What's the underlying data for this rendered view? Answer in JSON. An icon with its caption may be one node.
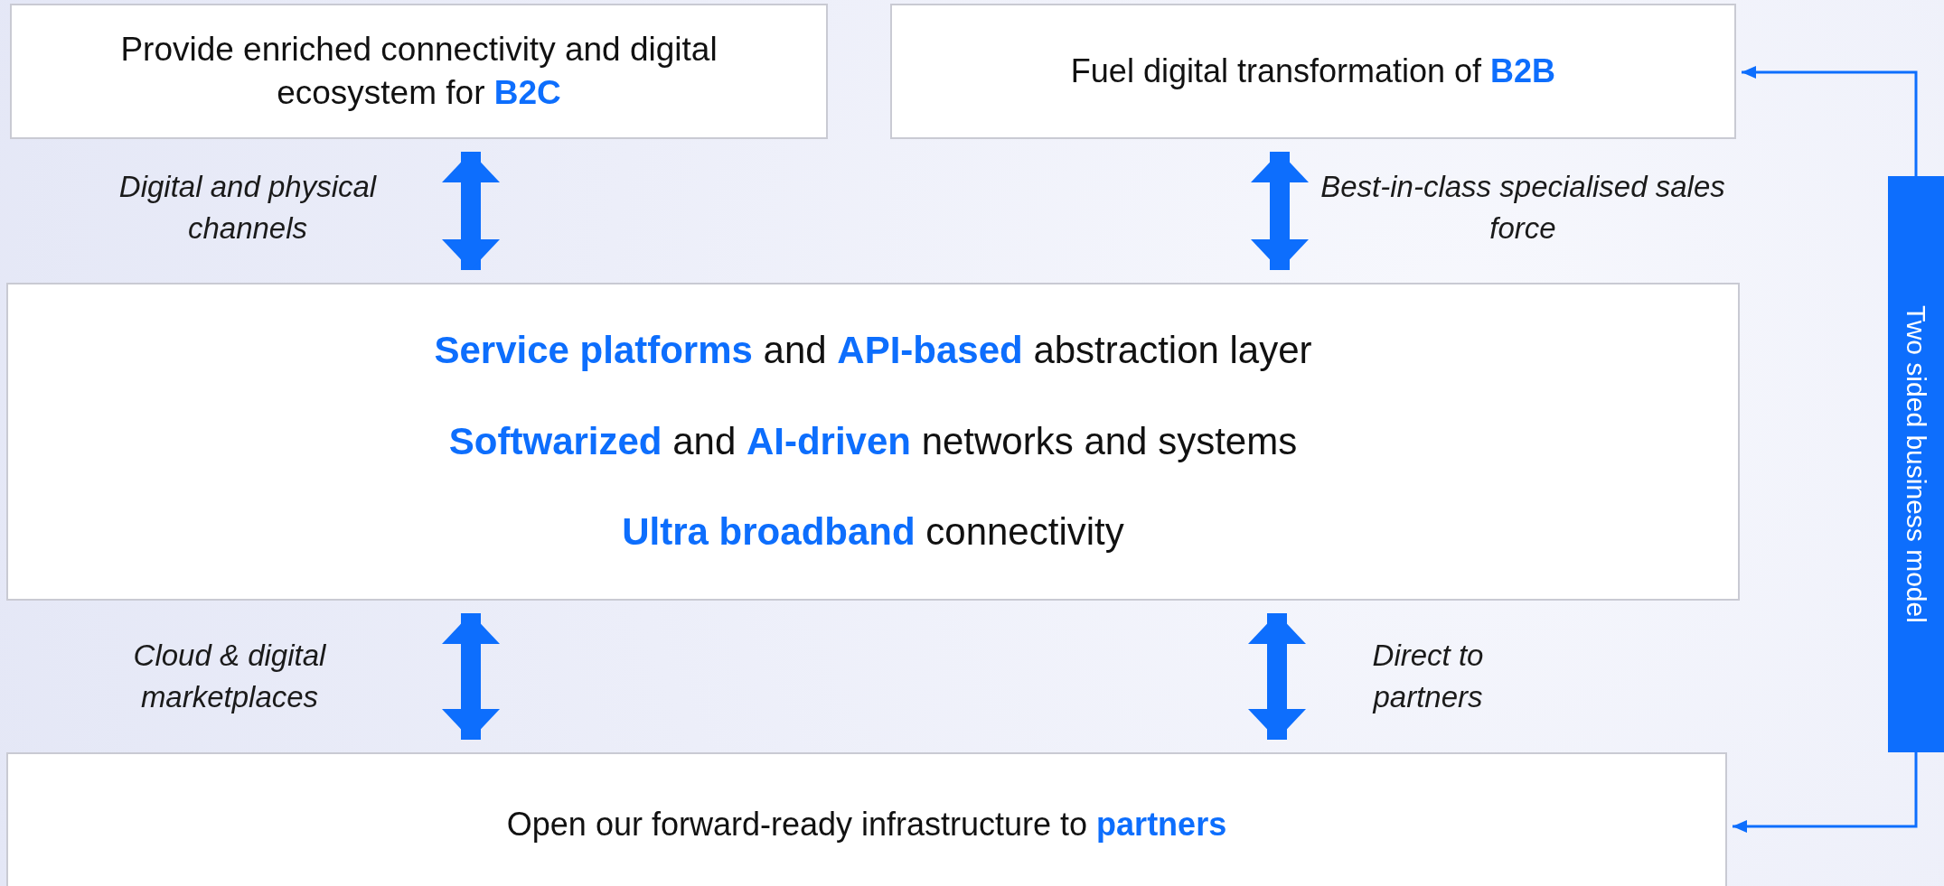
{
  "diagram": {
    "nodes": [
      {
        "text": [
          "Provide enriched connectivity and digital ecosystem for **B2C**"
        ]
      },
      {
        "text": [
          "Fuel digital transformation of **B2B**"
        ]
      },
      {
        "text": [
          "**Service platforms** and **API-based** abstraction layer",
          "**Softwarized** and **AI-driven** networks and systems",
          "**Ultra broadband** connectivity"
        ]
      },
      {
        "text": [
          "Open our forward-ready infrastructure to **partners**"
        ]
      },
      {
        "text": [
          "Two sided business model"
        ]
      }
    ],
    "edges": [
      {
        "from": 0,
        "to": 2,
        "arrow": "both",
        "label": "Digital and physical channels"
      },
      {
        "from": 1,
        "to": 2,
        "arrow": "both",
        "label": "Best-in-class specialised sales force"
      },
      {
        "from": 2,
        "to": 3,
        "arrow": "both",
        "label": "Cloud & digital marketplaces"
      },
      {
        "from": 2,
        "to": 3,
        "arrow": "both",
        "label": "Direct to partners"
      },
      {
        "from": 4,
        "to": 1,
        "arrow": "to"
      },
      {
        "from": 4,
        "to": 3,
        "arrow": "to"
      }
    ]
  }
}
